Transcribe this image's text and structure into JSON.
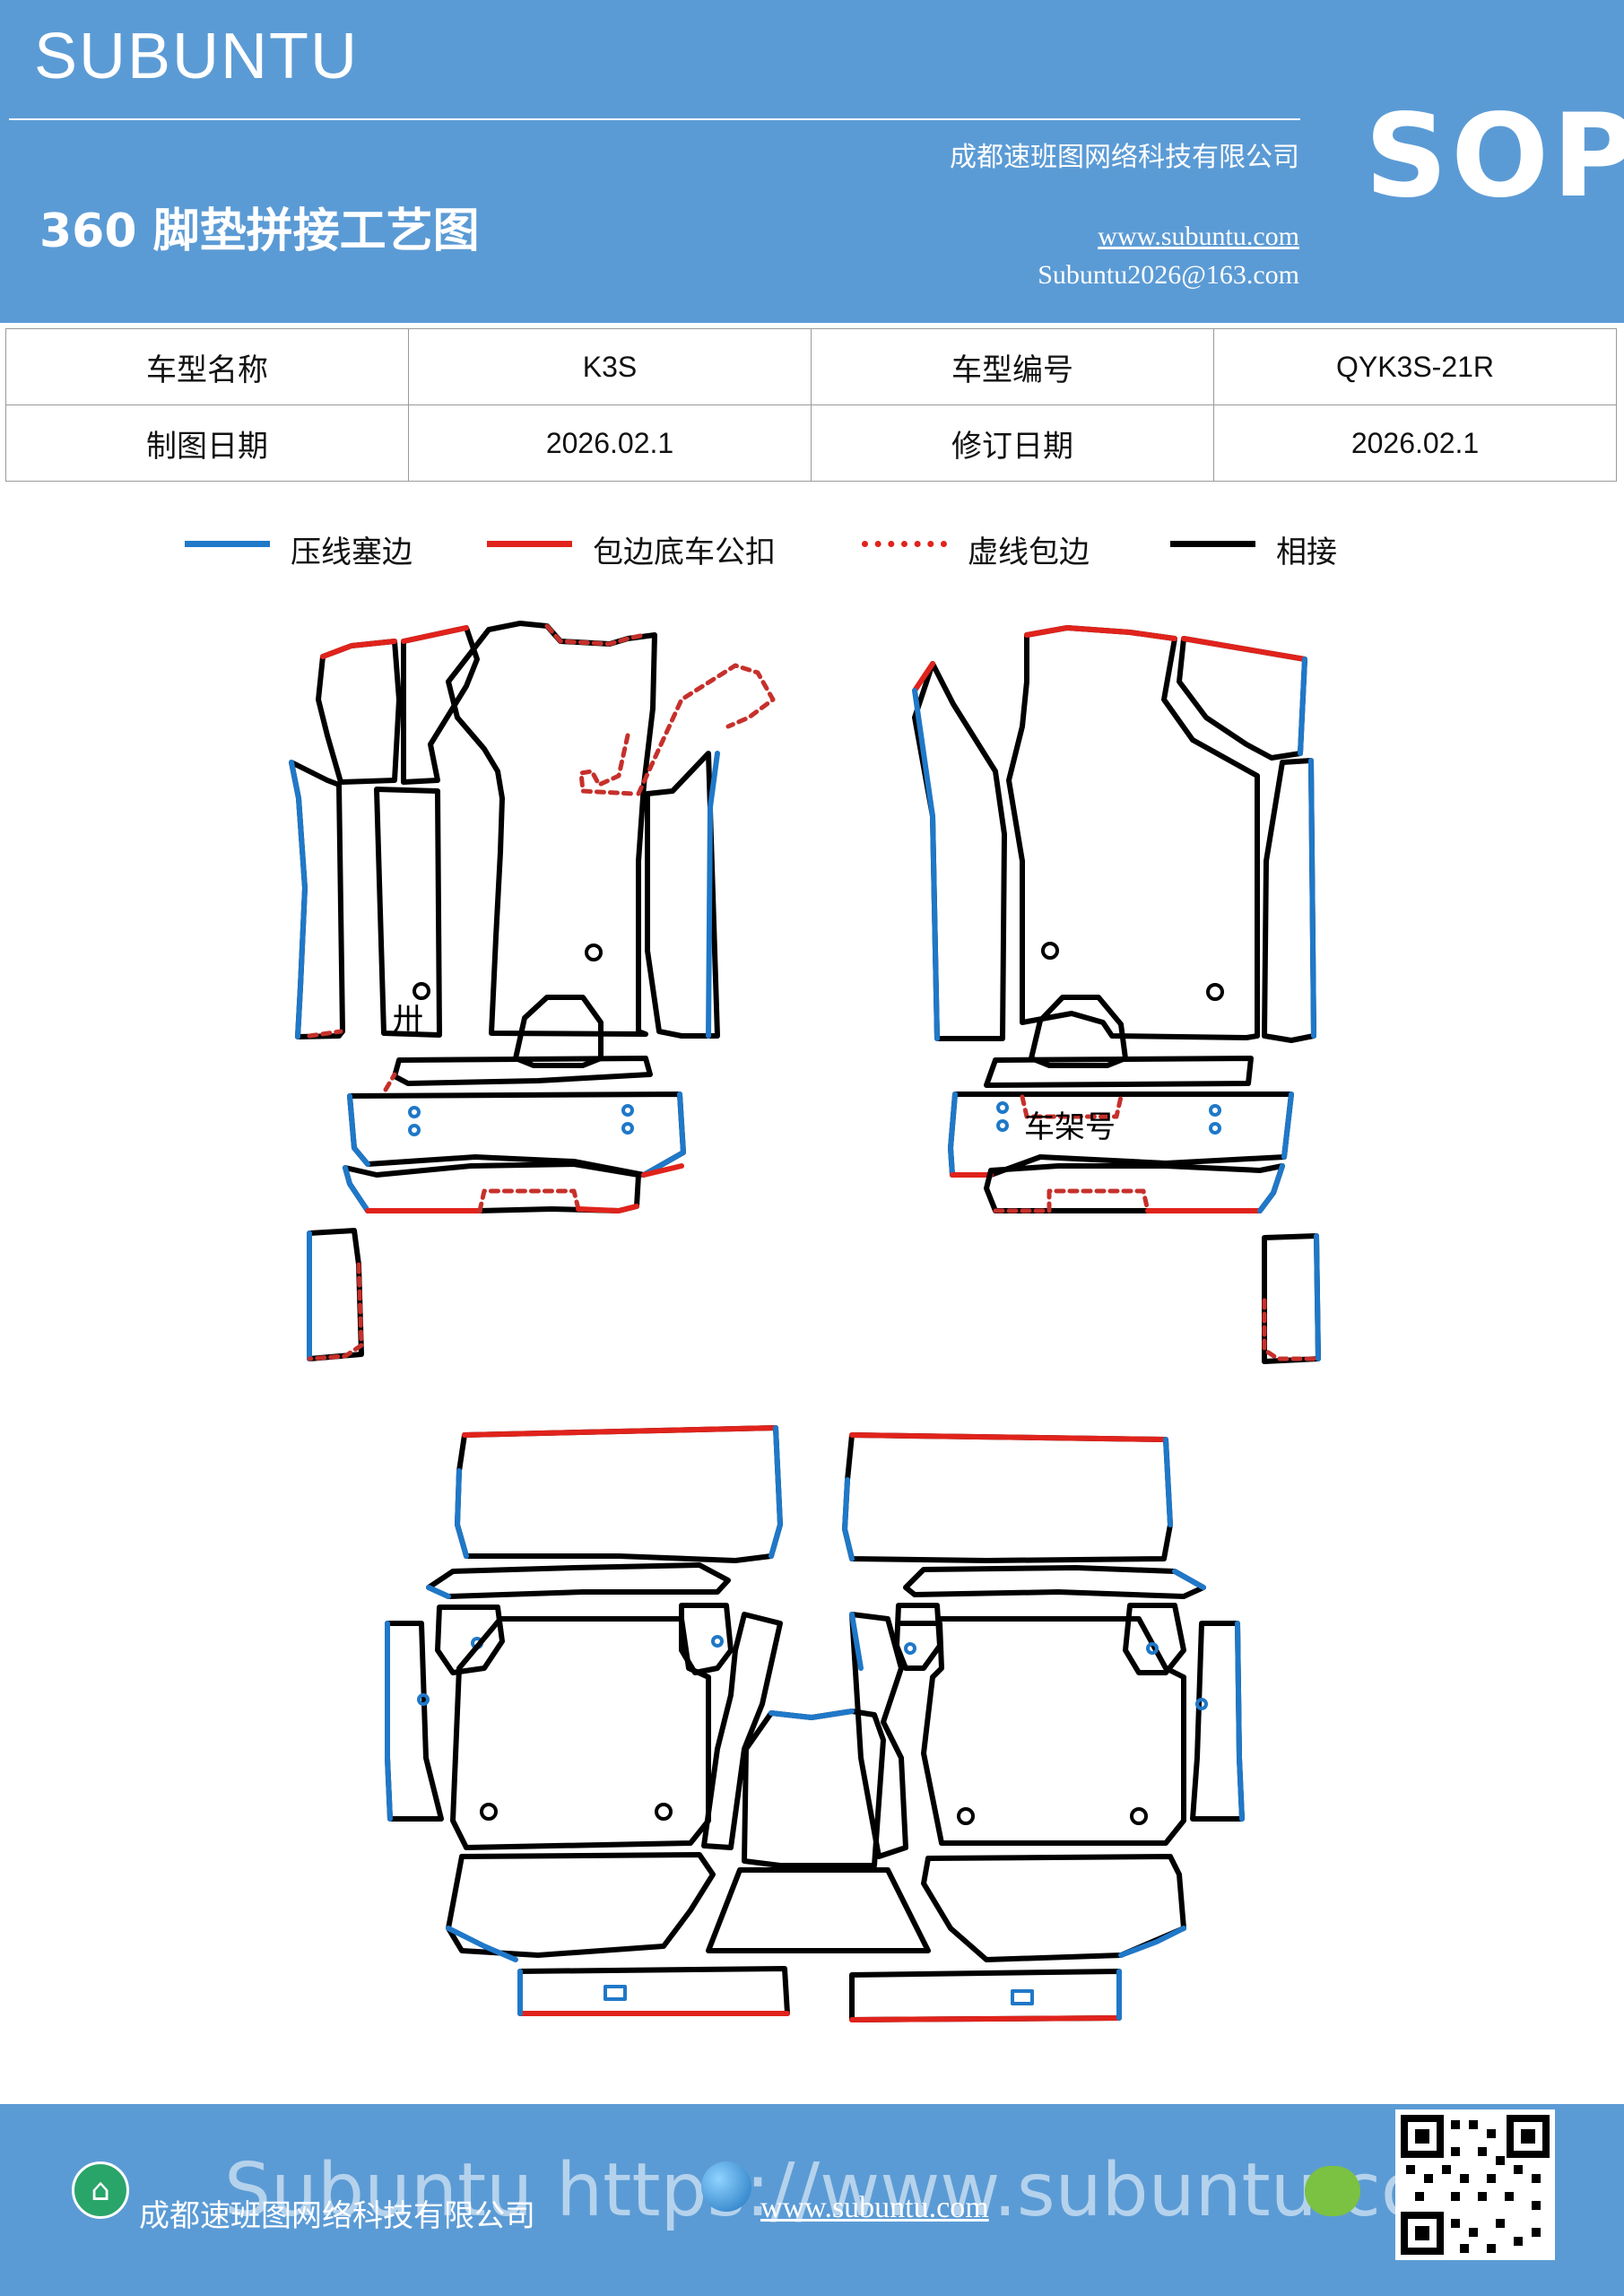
{
  "header": {
    "brand": "SUBUNTU",
    "company": "成都速班图网络科技有限公司",
    "title": "360 脚垫拼接工艺图",
    "website": "www.subuntu.com",
    "email": "Subuntu2026@163.com",
    "badge": "SOP"
  },
  "info_table": {
    "rows": [
      {
        "label1": "车型名称",
        "value1": "K3S",
        "label2": "车型编号",
        "value2": "QYK3S-21R"
      },
      {
        "label1": "制图日期",
        "value1": "2026.02.1",
        "label2": "修订日期",
        "value2": "2026.02.1"
      }
    ]
  },
  "legend": [
    {
      "label": "压线塞边",
      "color": "#1f78c8",
      "style": "solid"
    },
    {
      "label": "包边底车公扣",
      "color": "#e0231c",
      "style": "solid"
    },
    {
      "label": "虚线包边",
      "color": "#e0231c",
      "style": "dotted"
    },
    {
      "label": "相接",
      "color": "#000000",
      "style": "solid"
    }
  ],
  "diagram": {
    "marker_symbol": "卅",
    "frame_label": "车架号"
  },
  "footer": {
    "company": "成都速班图网络科技有限公司",
    "website": "www.subuntu.com",
    "watermark": "Subuntu https://www.subuntu.com",
    "icons": [
      "building-icon",
      "globe-icon",
      "wechat-icon",
      "qr-code"
    ]
  },
  "colors": {
    "header_bg": "#5b9bd5",
    "blue_line": "#1f78c8",
    "red_line": "#e0231c",
    "black_line": "#000000"
  }
}
